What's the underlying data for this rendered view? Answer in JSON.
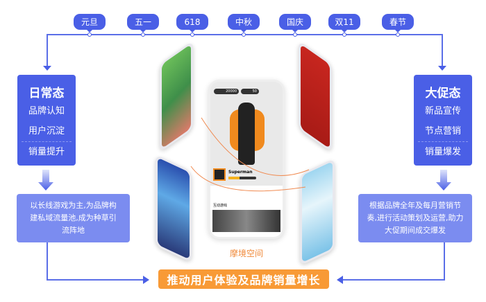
{
  "timeline": {
    "tags": [
      "元旦",
      "五一",
      "618",
      "中秋",
      "国庆",
      "双11",
      "春节"
    ]
  },
  "daily": {
    "title": "日常态",
    "items": [
      "品牌认知",
      "用户沉淀",
      "销量提升"
    ],
    "desc": "以长线游戏为主,为品牌构建私域流量池,成为种草引流阵地"
  },
  "promo": {
    "title": "大促态",
    "items": [
      "新品宣传",
      "节点营销",
      "销量爆发"
    ],
    "desc": "根据品牌全年及每月营销节奏,进行活动策划及运营,助力大促期间成交爆发"
  },
  "center": {
    "app_name": "摩境空间",
    "username": "Superman",
    "coins": "20000",
    "gems": "50",
    "section": "互动游戏"
  },
  "cta": "推动用户体验及品牌销量增长",
  "colors": {
    "primary": "#4a5fe6",
    "light": "#7b8cf0",
    "accent": "#f89a36"
  }
}
